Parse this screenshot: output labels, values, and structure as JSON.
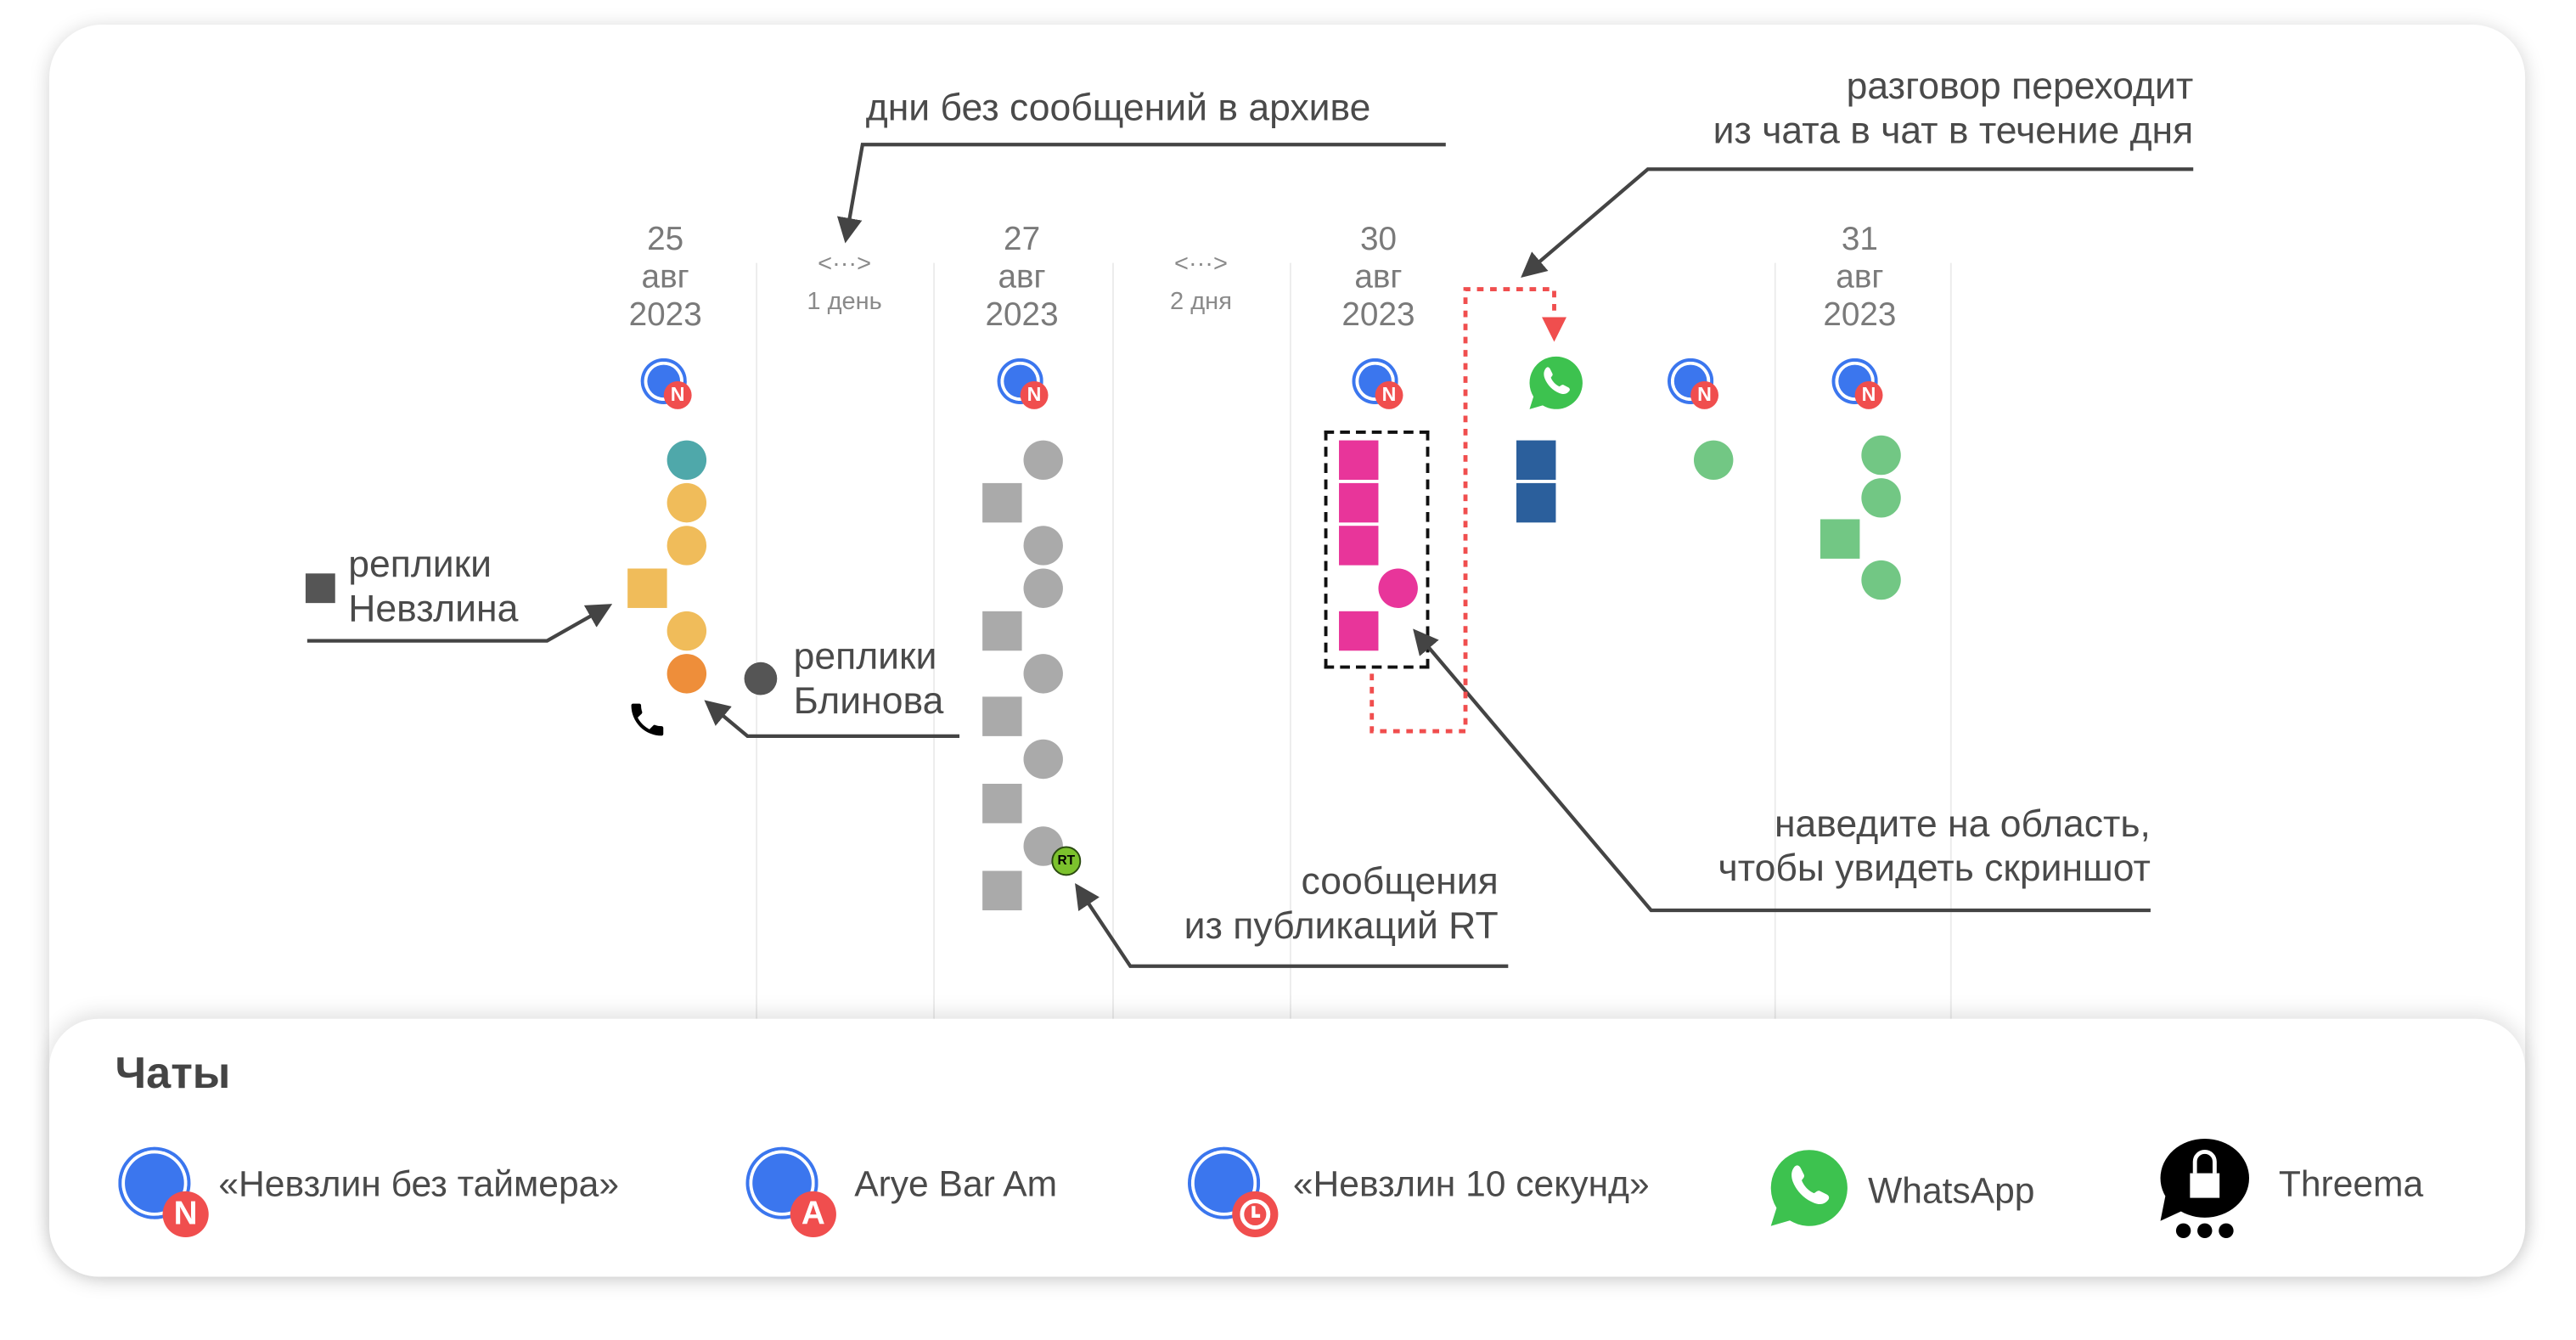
{
  "dates": [
    {
      "day": "25",
      "month": "авг",
      "year": "2023"
    },
    {
      "day": "27",
      "month": "авг",
      "year": "2023"
    },
    {
      "day": "30",
      "month": "авг",
      "year": "2023"
    },
    {
      "day": "31",
      "month": "авг",
      "year": "2023"
    }
  ],
  "gaps": [
    {
      "symbol": "<···>",
      "label": "1 день"
    },
    {
      "symbol": "<···>",
      "label": "2 дня"
    }
  ],
  "annotations": {
    "archive_gap": "дни без сообщений в архиве",
    "chat_switch_1": "разговор переходит",
    "chat_switch_2": "из чата в чат в течение дня",
    "nevzlin_1": "реплики",
    "nevzlin_2": "Невзлина",
    "blinov_1": "реплики",
    "blinov_2": "Блинова",
    "rt_1": "сообщения",
    "rt_2": "из публикаций RT",
    "hover_1": "наведите на область,",
    "hover_2": "чтобы увидеть скриншот"
  },
  "badges": {
    "nevzlin": "N",
    "arye": "A",
    "rt": "RT"
  },
  "legend": {
    "title": "Чаты",
    "items": [
      {
        "label": "«Невзлин без таймера»",
        "icon": "signal-n-icon"
      },
      {
        "label": "Arye Bar Am",
        "icon": "signal-a-icon"
      },
      {
        "label": "«Невзлин 10 секунд»",
        "icon": "signal-timer-icon"
      },
      {
        "label": "WhatsApp",
        "icon": "whatsapp-icon"
      },
      {
        "label": "Threema",
        "icon": "threema-icon"
      }
    ]
  },
  "colors": {
    "teal": "#4FA8AA",
    "yellow": "#F0BC5A",
    "orange": "#EE8E3A",
    "gray": "#AAAAAA",
    "pink": "#E8359A",
    "navy": "#2B5F9C",
    "green": "#72C784",
    "signal": "#3B76EE",
    "badge": "#F04E4E",
    "highlight": "#F04E4E"
  }
}
